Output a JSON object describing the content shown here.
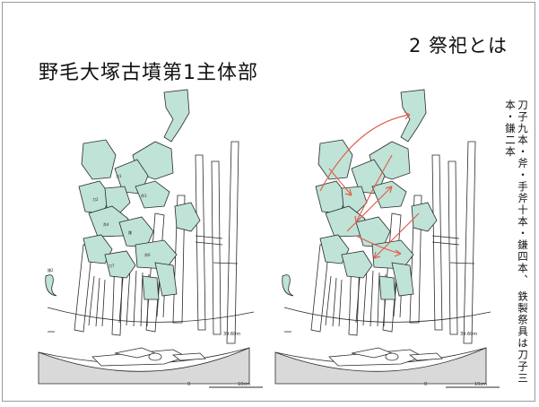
{
  "slide": {
    "heading": "2 祭祀とは",
    "site_title": "野毛大塚古墳第1主体部",
    "vertical_caption": "刀子九本・斧・手斧十本・鎌四本、 鉄製祭具は刀子三本・鎌二本"
  },
  "figures": {
    "left": {
      "elevation_label": "39.60m",
      "scale_zero": "0",
      "scale_end": "10cm"
    },
    "right": {
      "elevation_label": "39.60m",
      "scale_zero": "0",
      "scale_end": "10cm"
    }
  },
  "colors": {
    "artifact_fill": "#bfe3d6",
    "ink": "#2a2a2a",
    "annotation_arrow": "#e0604e"
  }
}
